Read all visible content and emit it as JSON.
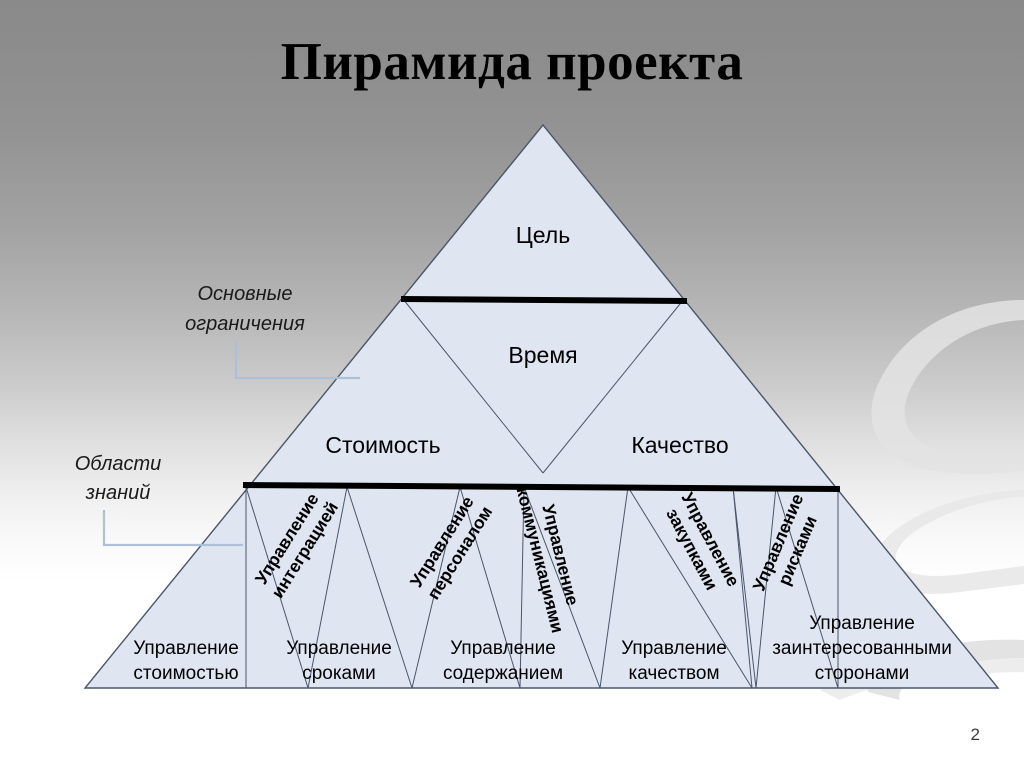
{
  "slide": {
    "title": "Пирамида проекта",
    "page_number": "2",
    "background_top_color": "#8a8a8a",
    "background_bottom_color": "#ffffff"
  },
  "diagram": {
    "name": "project-pyramid",
    "fill_color": "#dfe6f2",
    "outline_color": "#4a5668",
    "divider_color": "#000000",
    "callout_line_color": "#aec0d8",
    "apex": {
      "label": "Цель"
    },
    "tier_constraints": {
      "group_label": "Основные ограничения",
      "segments": [
        {
          "label": "Время"
        },
        {
          "label": "Стоимость"
        },
        {
          "label": "Качество"
        }
      ]
    },
    "tier_knowledge": {
      "group_label": "Области знаний",
      "upper_rotated_labels": [
        {
          "line1": "Управление",
          "line2": "интеграцией"
        },
        {
          "line1": "Управление",
          "line2": "персоналом"
        },
        {
          "line1": "Управление",
          "line2": "коммуникациями"
        },
        {
          "line1": "Управление",
          "line2": "закупками"
        },
        {
          "line1": "Управление",
          "line2": "рисками"
        }
      ],
      "base_labels": [
        {
          "line1": "Управление",
          "line2": "стоимостью"
        },
        {
          "line1": "Управление",
          "line2": "сроками"
        },
        {
          "line1": "Управление",
          "line2": "содержанием"
        },
        {
          "line1": "Управление",
          "line2": "качеством"
        },
        {
          "line1": "Управление",
          "line2": "заинтересованными",
          "line3": "сторонами"
        }
      ]
    }
  }
}
